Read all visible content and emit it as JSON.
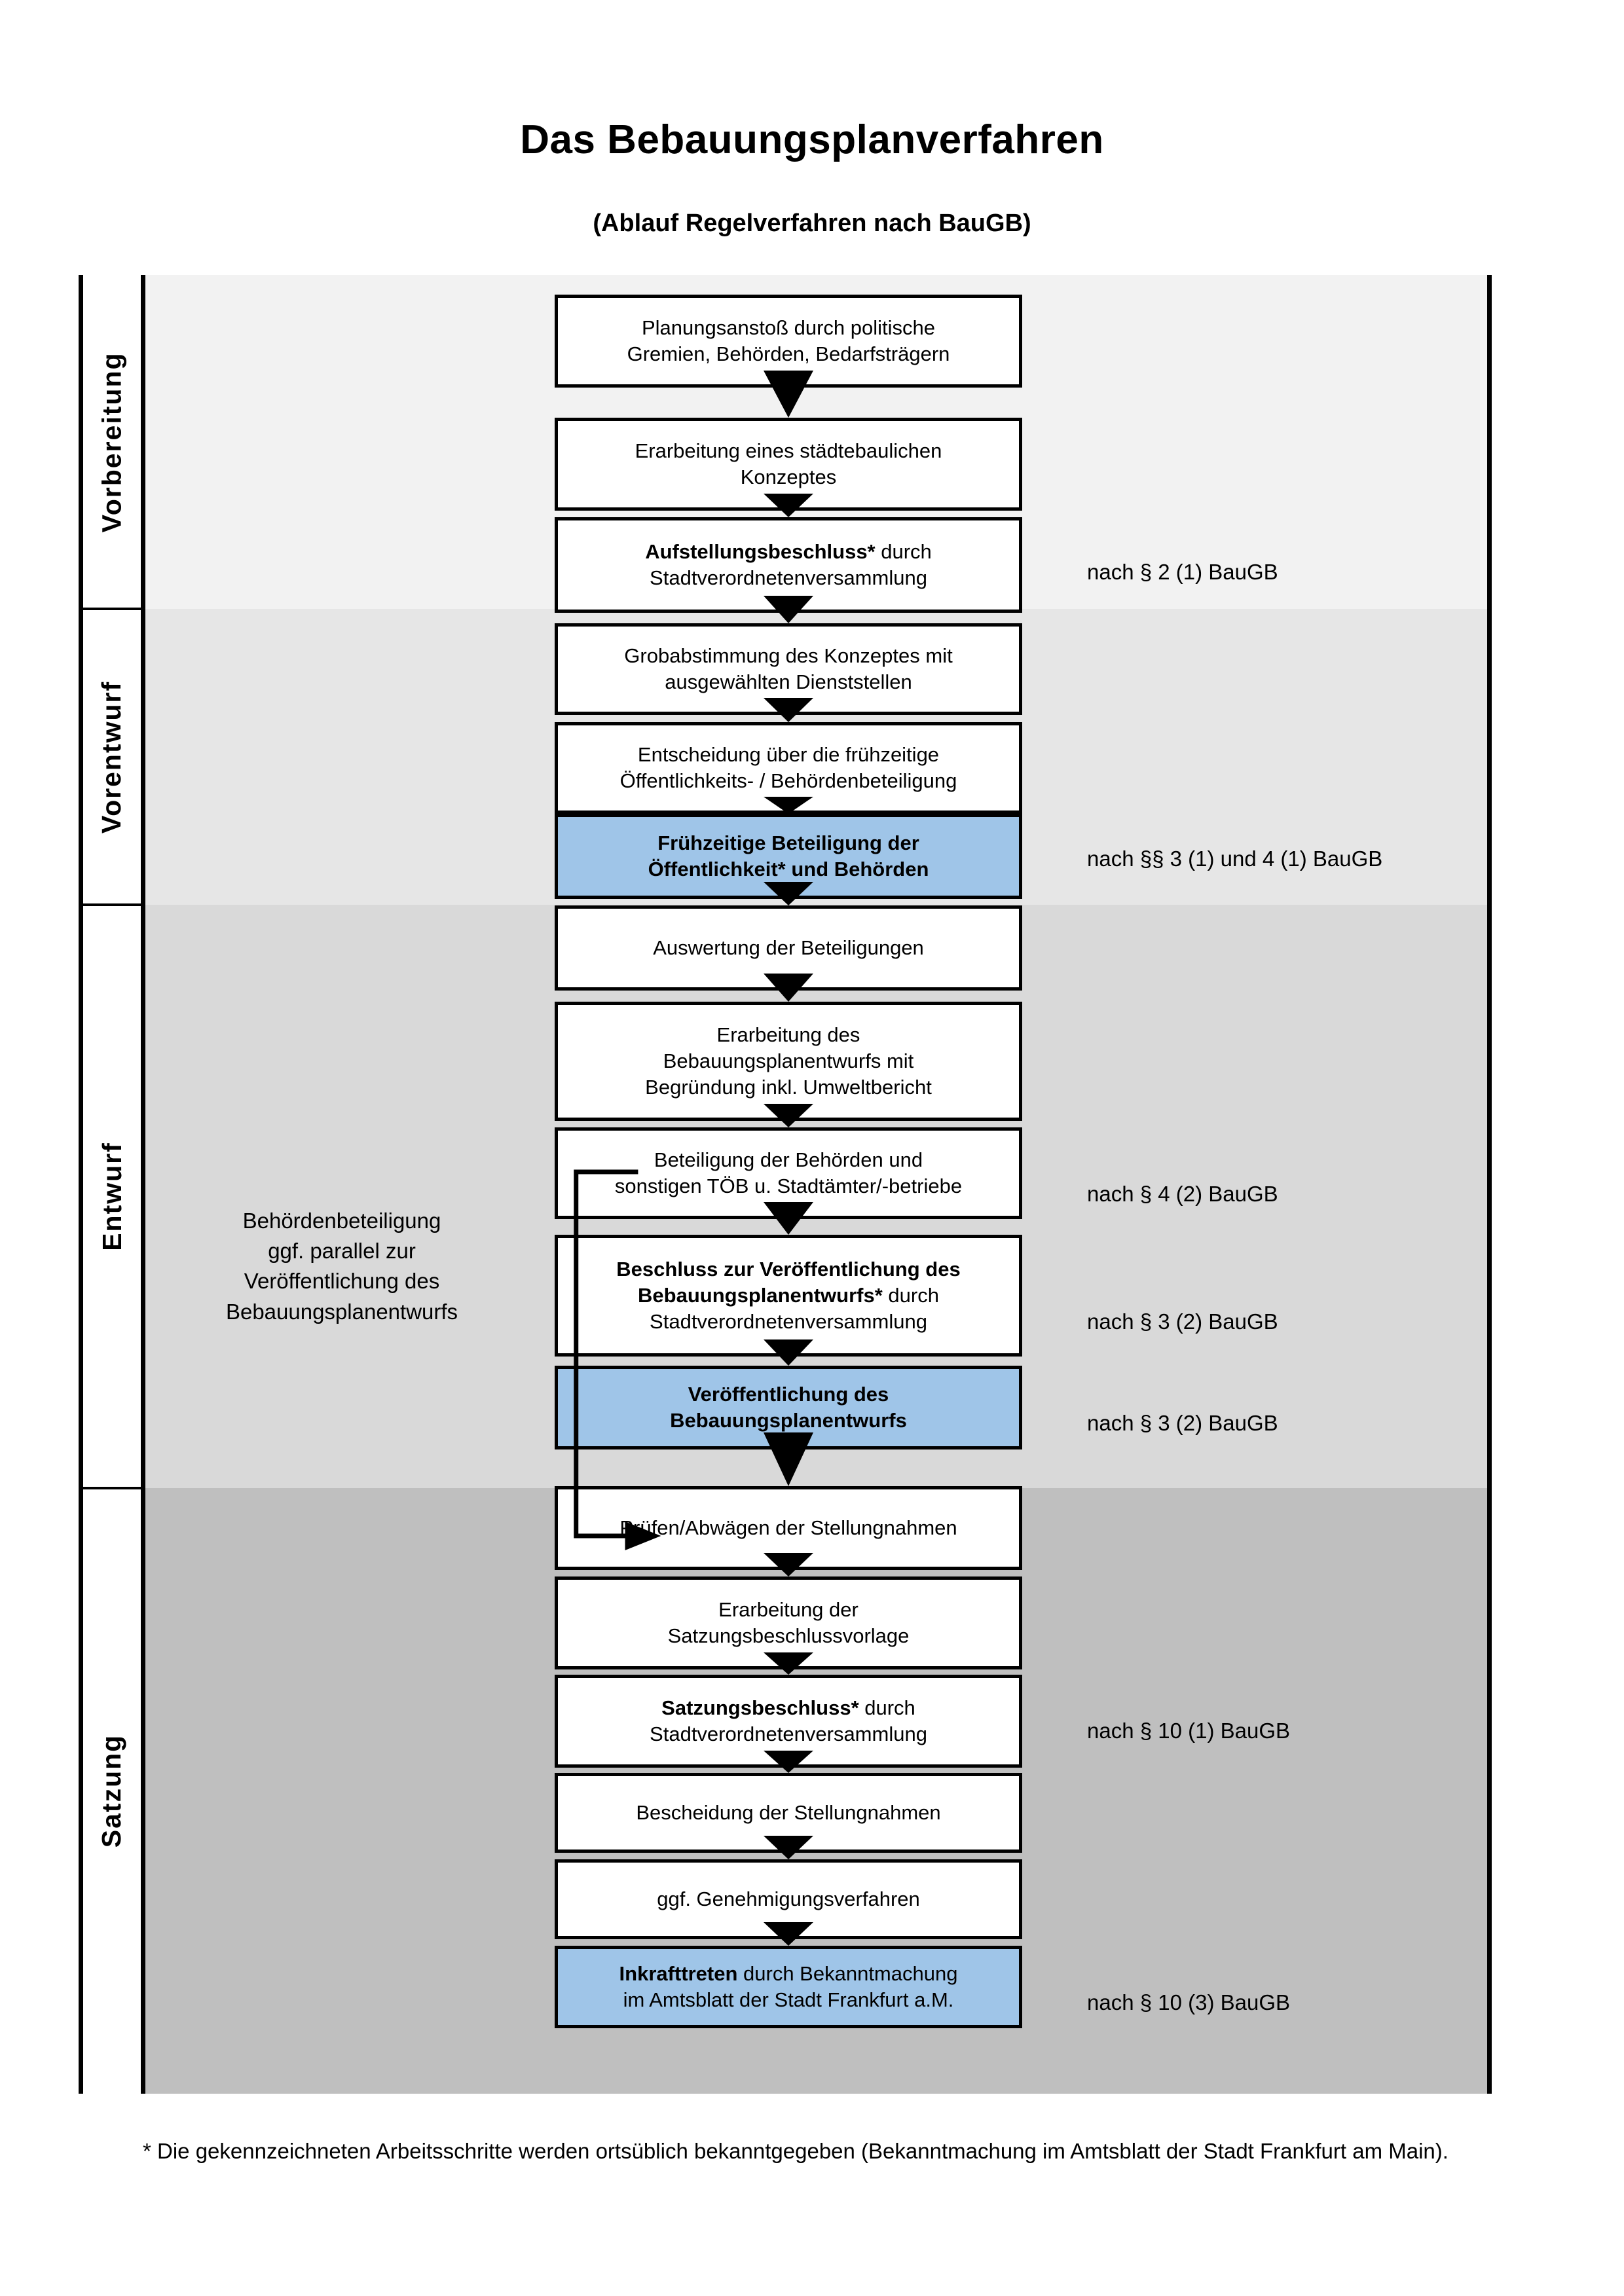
{
  "header": {
    "title": "Das Bebauungsplanverfahren",
    "subtitle": "(Ablauf Regelverfahren nach BauGB)"
  },
  "phases": [
    {
      "id": "vorbereitung",
      "label": "Vorbereitung",
      "band_color": "#F2F2F2"
    },
    {
      "id": "vorentwurf",
      "label": "Vorentwurf",
      "band_color": "#E6E6E6"
    },
    {
      "id": "entwurf",
      "label": "Entwurf",
      "band_color": "#D9D9D9"
    },
    {
      "id": "satzung",
      "label": "Satzung",
      "band_color": "#BFBFBF"
    }
  ],
  "side_note": "Behördenbeteiligung ggf. parallel zur Veröffentlichung des Bebauungsplanentwurfs",
  "side_note_lines": [
    "Behördenbeteiligung",
    "ggf. parallel zur",
    "Veröffentlichung des",
    "Bebauungsplanentwurfs"
  ],
  "steps": [
    {
      "id": "planungsanstoss",
      "phase": "vorbereitung",
      "highlight": false,
      "lines": [
        "Planungsanstoß durch politische",
        "Gremien, Behörden, Bedarfsträgern"
      ]
    },
    {
      "id": "konzept",
      "phase": "vorbereitung",
      "highlight": false,
      "lines": [
        "Erarbeitung eines städtebaulichen",
        "Konzeptes"
      ]
    },
    {
      "id": "aufstellungsbeschluss",
      "phase": "vorbereitung",
      "highlight": false,
      "lines": [
        "Aufstellungsbeschluss* durch",
        "Stadtverordnetenversammlung"
      ],
      "bold_lead": "Aufstellungsbeschluss*",
      "bold_rest": " durch",
      "note": "nach § 2 (1) BauGB"
    },
    {
      "id": "grobabstimmung",
      "phase": "vorentwurf",
      "highlight": false,
      "lines": [
        "Grobabstimmung des Konzeptes mit",
        "ausgewählten Dienststellen"
      ]
    },
    {
      "id": "entscheidung-fruehzeitig",
      "phase": "vorentwurf",
      "highlight": false,
      "lines": [
        "Entscheidung über die frühzeitige",
        "Öffentlichkeits- / Behördenbeteiligung"
      ]
    },
    {
      "id": "fruehzeitige-beteiligung",
      "phase": "vorentwurf",
      "highlight": true,
      "lines": [
        "Frühzeitige Beteiligung der",
        "Öffentlichkeit* und Behörden"
      ],
      "all_bold": true,
      "note": "nach §§ 3 (1) und 4 (1) BauGB"
    },
    {
      "id": "auswertung",
      "phase": "entwurf",
      "highlight": false,
      "lines": [
        "Auswertung der Beteiligungen"
      ]
    },
    {
      "id": "erarbeitung-entwurf",
      "phase": "entwurf",
      "highlight": false,
      "lines": [
        "Erarbeitung des",
        "Bebauungsplanentwurfs mit",
        "Begründung inkl. Umweltbericht"
      ]
    },
    {
      "id": "beteiligung-behoerden",
      "phase": "entwurf",
      "highlight": false,
      "lines": [
        "Beteiligung der Behörden und",
        "sonstigen TÖB u. Stadtämter/-betriebe"
      ],
      "note": "nach § 4 (2) BauGB"
    },
    {
      "id": "beschluss-veroeffentlichung",
      "phase": "entwurf",
      "highlight": false,
      "lines": [
        "Beschluss zur Veröffentlichung des",
        "Bebauungsplanentwurfs* durch",
        "Stadtverordnetenversammlung"
      ],
      "bold_lines": 2,
      "bold_lead": "Bebauungsplanentwurfs*",
      "bold_rest": " durch",
      "note": "nach § 3 (2) BauGB"
    },
    {
      "id": "veroeffentlichung",
      "phase": "entwurf",
      "highlight": true,
      "lines": [
        "Veröffentlichung des",
        "Bebauungsplanentwurfs"
      ],
      "all_bold": true,
      "note": "nach § 3 (2) BauGB"
    },
    {
      "id": "pruefen-abwaegen",
      "phase": "satzung",
      "highlight": false,
      "lines": [
        "Prüfen/Abwägen der Stellungnahmen"
      ]
    },
    {
      "id": "satzungsbeschlussvorlage",
      "phase": "satzung",
      "highlight": false,
      "lines": [
        "Erarbeitung der",
        "Satzungsbeschlussvorlage"
      ]
    },
    {
      "id": "satzungsbeschluss",
      "phase": "satzung",
      "highlight": false,
      "lines": [
        "Satzungsbeschluss* durch",
        "Stadtverordnetenversammlung"
      ],
      "bold_lead": "Satzungsbeschluss*",
      "bold_rest": " durch",
      "note": "nach § 10 (1) BauGB"
    },
    {
      "id": "bescheidung",
      "phase": "satzung",
      "highlight": false,
      "lines": [
        "Bescheidung der Stellungnahmen"
      ]
    },
    {
      "id": "genehmigungsverfahren",
      "phase": "satzung",
      "highlight": false,
      "lines": [
        "ggf. Genehmigungsverfahren"
      ]
    },
    {
      "id": "inkrafttreten",
      "phase": "satzung",
      "highlight": true,
      "lines": [
        "Inkrafttreten durch Bekanntmachung",
        "im Amtsblatt der Stadt Frankfurt a.M."
      ],
      "bold_lead": "Inkrafttreten",
      "bold_rest": " durch Bekanntmachung",
      "note": "nach § 10 (3) BauGB"
    }
  ],
  "notes": [
    {
      "for": "aufstellungsbeschluss",
      "text": "nach § 2 (1) BauGB"
    },
    {
      "for": "fruehzeitige-beteiligung",
      "text": "nach §§ 3 (1) und 4 (1) BauGB"
    },
    {
      "for": "beteiligung-behoerden",
      "text": "nach § 4 (2) BauGB"
    },
    {
      "for": "beschluss-veroeffentlichung",
      "text": "nach § 3 (2) BauGB"
    },
    {
      "for": "veroeffentlichung",
      "text": "nach § 3 (2) BauGB"
    },
    {
      "for": "satzungsbeschluss",
      "text": "nach § 10 (1) BauGB"
    },
    {
      "for": "inkrafttreten",
      "text": "nach § 10 (3) BauGB"
    }
  ],
  "footnote": "* Die gekennzeichneten Arbeitsschritte werden ortsüblich bekanntgegeben (Bekanntmachung im Amtsblatt  der Stadt Frankfurt am Main).",
  "colors": {
    "highlight_fill": "#9FC5E8",
    "stroke": "#000000",
    "band_vorbereitung": "#F2F2F2",
    "band_vorentwurf": "#E6E6E6",
    "band_entwurf": "#D9D9D9",
    "band_satzung": "#BFBFBF"
  }
}
